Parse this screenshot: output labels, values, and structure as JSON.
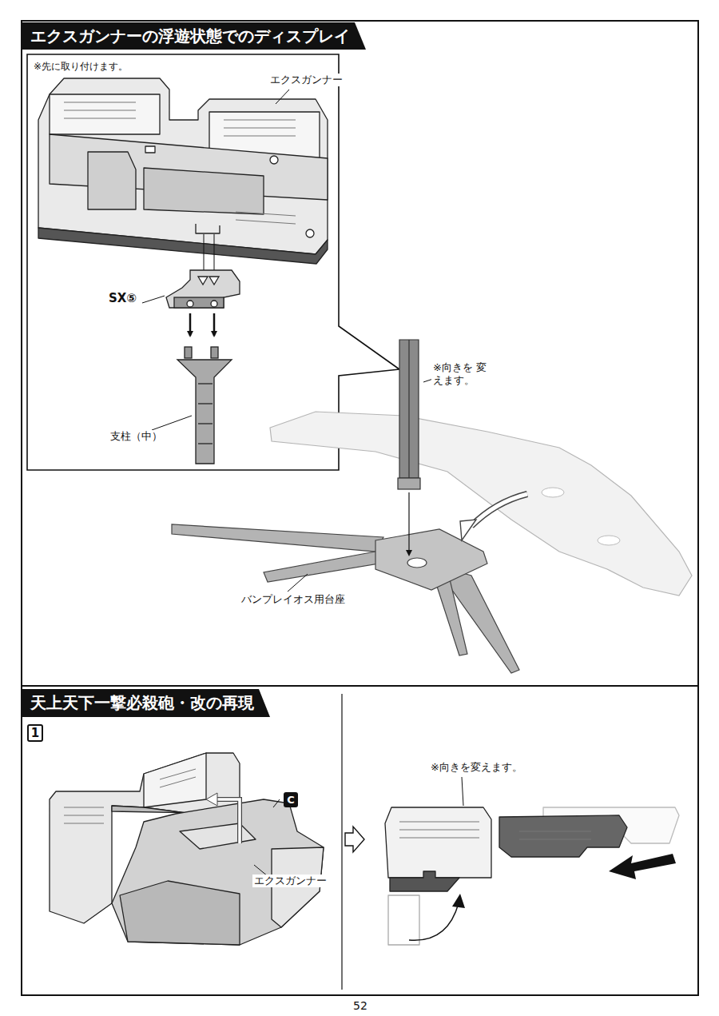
{
  "diagram": {
    "nodes": [
      {
        "text": [
          "エクスガンナーの浮遊状態でのディスプレイ"
        ]
      },
      {
        "text": [
          "天上天下一撃必殺砲・改の再現"
        ]
      },
      {
        "text": [
          "1"
        ]
      },
      {
        "text": [
          "C"
        ]
      }
    ],
    "labels": [
      "※先に取り付けます。",
      "エクスガンナー",
      "SX⑤",
      "支柱（中）",
      "※向きを 変えます。",
      "バンプレイオス用台座",
      "エクスガンナー",
      "※向きを変えます。",
      "52"
    ]
  }
}
